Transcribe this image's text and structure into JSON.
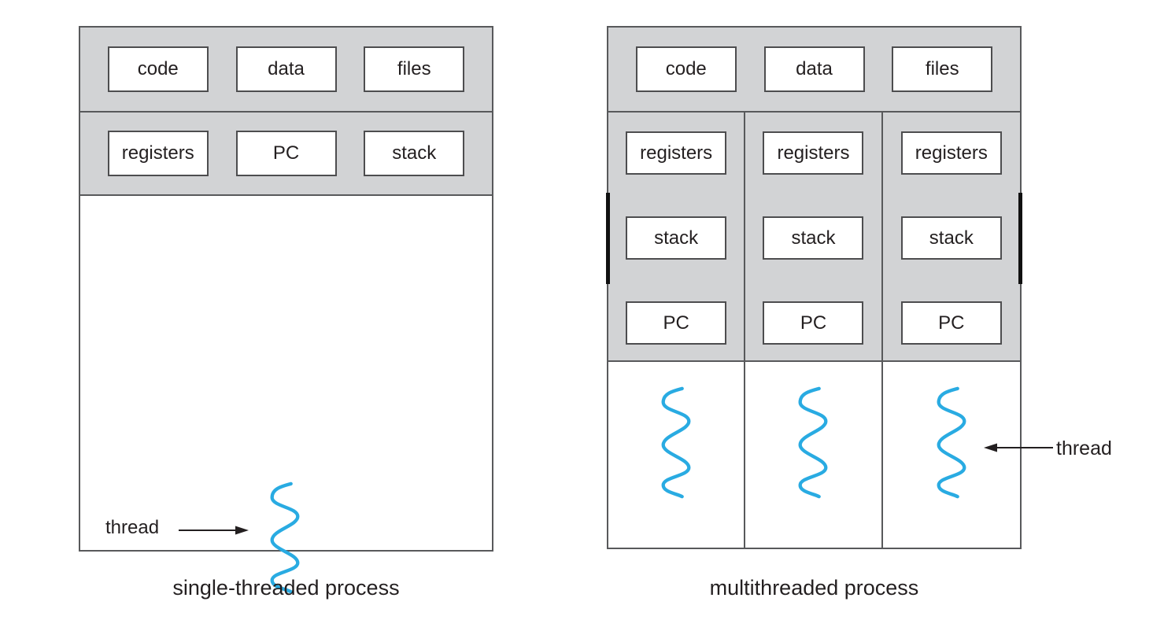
{
  "colors": {
    "section_gray": "#d2d3d5",
    "border_dark": "#58595b",
    "thread_blue": "#29abe2",
    "text": "#231f20"
  },
  "single_threaded": {
    "caption": "single-threaded process",
    "shared_resources": [
      "code",
      "data",
      "files"
    ],
    "thread_state": [
      "registers",
      "PC",
      "stack"
    ],
    "thread_label": "thread"
  },
  "multithreaded": {
    "caption": "multithreaded process",
    "shared_resources": [
      "code",
      "data",
      "files"
    ],
    "threads": [
      {
        "state": [
          "registers",
          "stack",
          "PC"
        ]
      },
      {
        "state": [
          "registers",
          "stack",
          "PC"
        ]
      },
      {
        "state": [
          "registers",
          "stack",
          "PC"
        ]
      }
    ],
    "thread_label": "thread"
  }
}
